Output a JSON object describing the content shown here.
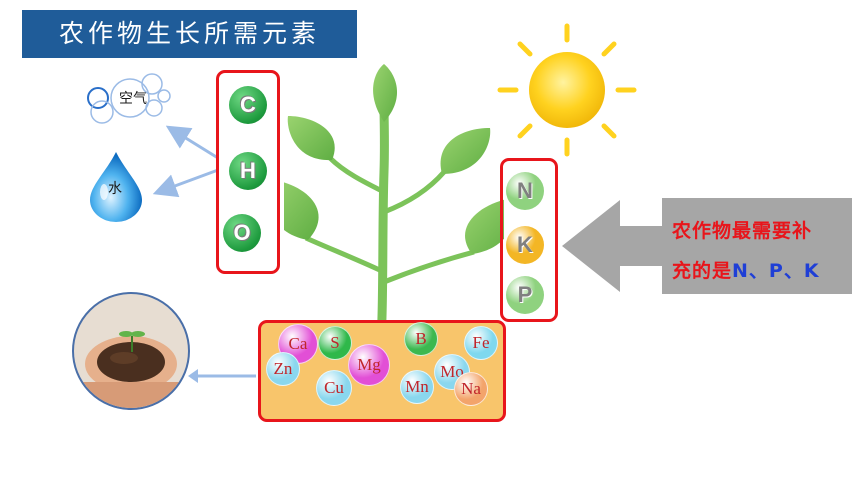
{
  "title": "农作物生长所需元素",
  "air_label": "空气",
  "water_label": "水",
  "chon": [
    "C",
    "H",
    "O"
  ],
  "npk": [
    {
      "symbol": "N",
      "color": "#8fd27f"
    },
    {
      "symbol": "K",
      "color": "#f3b625"
    },
    {
      "symbol": "P",
      "color": "#8fd27f"
    }
  ],
  "micro_elements": [
    {
      "symbol": "Ca",
      "color": "#e24fd6"
    },
    {
      "symbol": "S",
      "color": "#2fb84a"
    },
    {
      "symbol": "B",
      "color": "#3cb84f"
    },
    {
      "symbol": "Fe",
      "color": "#7fd8ee"
    },
    {
      "symbol": "Zn",
      "color": "#8ad7ee"
    },
    {
      "symbol": "Mg",
      "color": "#e24fd6"
    },
    {
      "symbol": "Mo",
      "color": "#8ad7ee"
    },
    {
      "symbol": "Cu",
      "color": "#8ad7ee"
    },
    {
      "symbol": "Mn",
      "color": "#8ad7ee"
    },
    {
      "symbol": "Na",
      "color": "#f3a46b"
    }
  ],
  "callout": {
    "line1": "农作物最需要补",
    "line2_prefix": "充的是",
    "line2_highlight": "N、P、K"
  },
  "colors": {
    "title_bg": "#1f5c99",
    "frame": "#e8151b",
    "leaf": "#7cc35a",
    "arrow": "#a6a6a6",
    "sun": "#ffd21f"
  }
}
